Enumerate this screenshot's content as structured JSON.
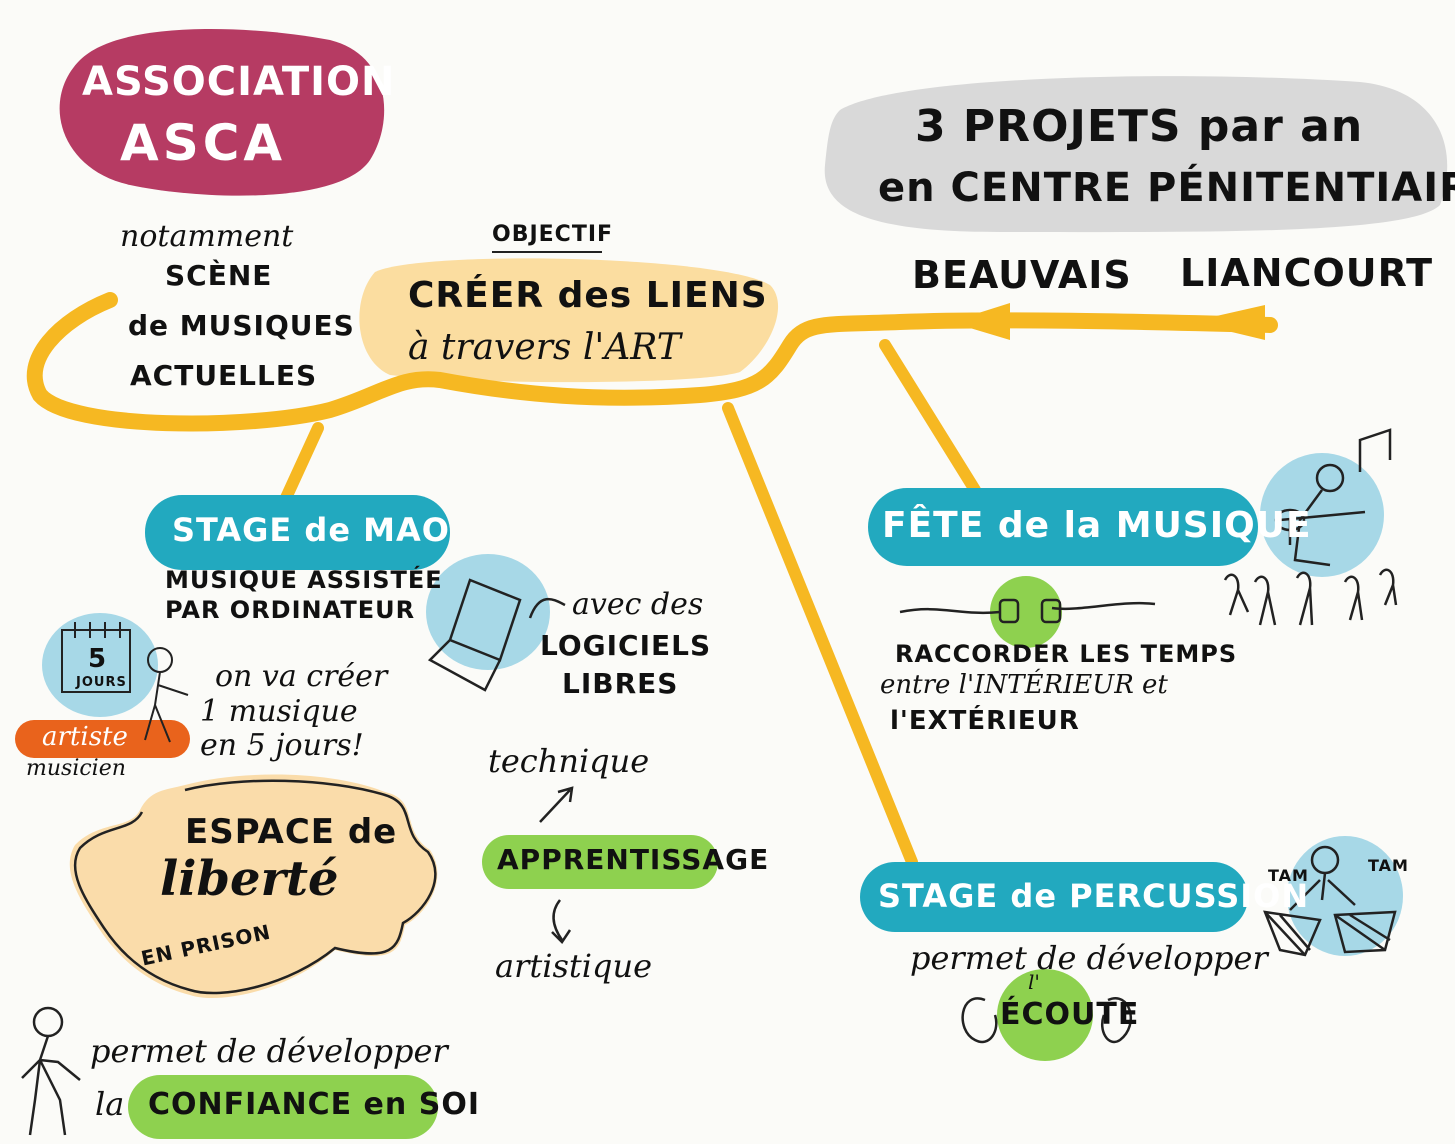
{
  "title": {
    "line1": "ASSOCIATION",
    "line2": "ASCA"
  },
  "intro": {
    "lead": "notamment",
    "lines": [
      "SCÈNE",
      "de MUSIQUES",
      "ACTUELLES"
    ]
  },
  "objective": {
    "label": "OBJECTIF",
    "line1": "CRÉER des LIENS",
    "line2": "à travers l'ART"
  },
  "projects": {
    "line1": "3 PROJETS par an",
    "line2": "en CENTRE PÉNITENTIAIRE",
    "places": [
      "BEAUVAIS",
      "LIANCOURT"
    ]
  },
  "mao": {
    "title": "STAGE de MAO",
    "subtitle_line1": "MUSIQUE ASSISTÉE",
    "subtitle_line2": "PAR ORDINATEUR",
    "software_line1": "avec des",
    "software_line2": "LOGICIELS",
    "software_line3": "LIBRES",
    "calendar_number": "5",
    "calendar_unit": "JOURS",
    "create_line1": "on va créer",
    "create_line2": "1 musique",
    "create_line3": "en 5 jours!",
    "artist": "artiste",
    "musician": "musicien",
    "freedom_line1": "ESPACE de",
    "freedom_line2": "liberté",
    "freedom_line3": "EN PRISON",
    "learning_top": "technique",
    "learning": "APPRENTISSAGE",
    "learning_bottom": "artistique",
    "confidence_line1": "permet de développer",
    "confidence_prefix": "la",
    "confidence": "CONFIANCE en SOI"
  },
  "fete": {
    "title": "FÊTE de la MUSIQUE",
    "text_line1": "RACCORDER LES TEMPS",
    "text_line2": "entre l'INTÉRIEUR et",
    "text_line3": "l'EXTÉRIEUR"
  },
  "percussion": {
    "title": "STAGE de PERCUSSION",
    "text": "permet de développer",
    "apostrophe": "l'",
    "listen": "ÉCOUTE",
    "tam1": "TAM",
    "tam2": "TAM"
  },
  "colors": {
    "branch": "#f6b822",
    "title_blob": "#b63b63",
    "projects_blob": "#d9d9d9",
    "objective_blob": "#fbdda0",
    "teal": "#22a9bf",
    "light_blue": "#a7d8e7",
    "green": "#8ed14f",
    "orange": "#e9631c",
    "peach": "#fadcaa"
  }
}
